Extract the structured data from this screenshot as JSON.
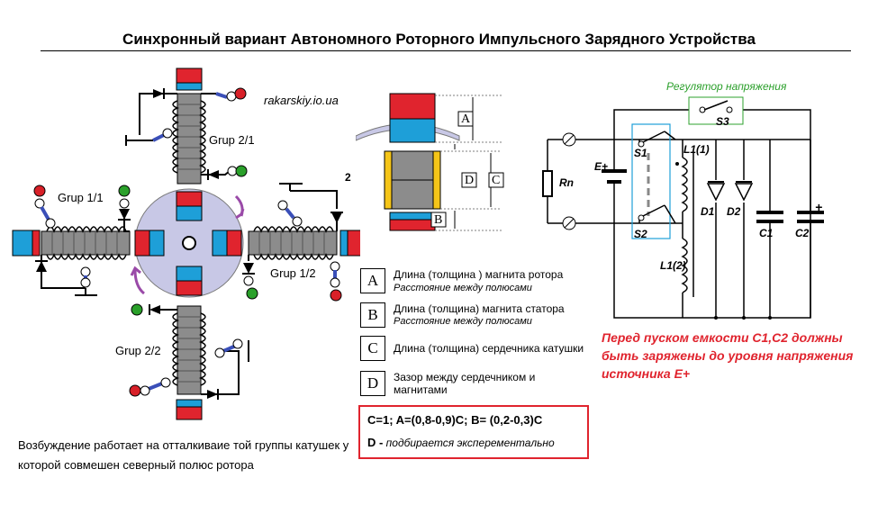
{
  "title": "Синхронный вариант  Автономного Роторного  Импульсного Зарядного Устройства",
  "site": "rakarskiy.io.ua",
  "groups": {
    "g21": "Grup 2/1",
    "g11": "Grup 1/1",
    "g12": "Grup 1/2",
    "g22": "Grup 2/2"
  },
  "stator_mark": "2",
  "dimensions": {
    "a": "A",
    "b": "B",
    "c": "C",
    "d": "D"
  },
  "legend": [
    {
      "letter": "A",
      "main": "Длина (толщина ) магнита ротора",
      "sub": "Расстояние между полюсами"
    },
    {
      "letter": "B",
      "main": "Длина (толщина) магнита статора",
      "sub": "Расстояние между полюсами"
    },
    {
      "letter": "C",
      "main": "Длина (толщина) сердечника катушки",
      "sub": ""
    },
    {
      "letter": "D",
      "main": "Зазор между сердечником и магнитами",
      "sub": ""
    }
  ],
  "formula": {
    "line1": "C=1;  A=(0,8-0,9)C; B= (0,2-0,3)C",
    "line2_bold": "D -",
    "line2": " подбирается эксперементально"
  },
  "note": "Возбуждение работает на отталкиваие той группы катушек у которой совмешен северный полюс ротора",
  "circuit": {
    "regulator": "Регулятор напряжения",
    "s1": "S1",
    "s2": "S2",
    "s3": "S3",
    "rn": "Rn",
    "eplus": "E+",
    "l1_1": "L1(1)",
    "l1_2": "L1(2)",
    "d1": "D1",
    "d2": "D2",
    "c1": "C1",
    "c2": "C2",
    "plus": "+"
  },
  "warning": "Перед пуском емкости С1,С2 должны быть заряжены до уровня напряжения источника Е+",
  "colors": {
    "red_magnet": "#e0242e",
    "blue_magnet": "#1e9fd8",
    "core_gray": "#8c8c8c",
    "rotor_bg": "#c8c8e6",
    "switch_blue": "#3a4fb8",
    "switch_red": "#d82028",
    "switch_green": "#2aa02a",
    "arrow_purple": "#9a4aa8",
    "accent_red": "#e0242e",
    "reg_green": "#2ca02c"
  }
}
